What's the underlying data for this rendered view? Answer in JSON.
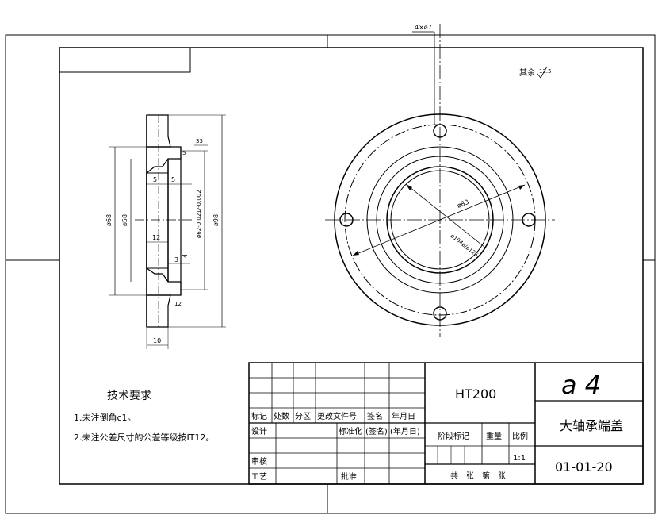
{
  "drawing": {
    "hole_callout": "4×ø7",
    "roughness_note": "其余",
    "roughness_value": "12.5",
    "front_view_dims": {
      "d83": "ø83",
      "d104": "ø104ø/ø125",
      "d125_label": "ø125"
    },
    "section_view_dims": {
      "w5a": "5",
      "w5b": "5",
      "w12": "12",
      "w3": "3",
      "w4": "4",
      "w10": "10",
      "dia68": "ø68",
      "dia58": "ø58",
      "dia98": "ø98",
      "dia62": "ø62-0.021/-0.002",
      "r33": "33",
      "r12": "12",
      "r5": "5"
    }
  },
  "tech_requirements": {
    "title": "技术要求",
    "items": [
      "1.未注倒角c1。",
      "2.未注公差尺寸的公差等级按IT12。"
    ]
  },
  "title_block": {
    "material": "HT200",
    "company_mark": "a 4",
    "part_name": "大轴承端盖",
    "drawing_number": "01-01-20",
    "scale": "1:1",
    "headers": {
      "mark": "标记",
      "count": "处数",
      "zone": "分区",
      "change_doc": "更改文件号",
      "sign": "签名",
      "date": "年月日",
      "design": "设计",
      "standardize": "标准化",
      "sign_paren": "(签名)",
      "date_paren": "(年月日)",
      "stage_mark": "阶段标记",
      "weight": "重量",
      "ratio": "比例",
      "review": "审核",
      "process": "工艺",
      "approve": "批准",
      "sheets": "共　张　第　张"
    }
  }
}
